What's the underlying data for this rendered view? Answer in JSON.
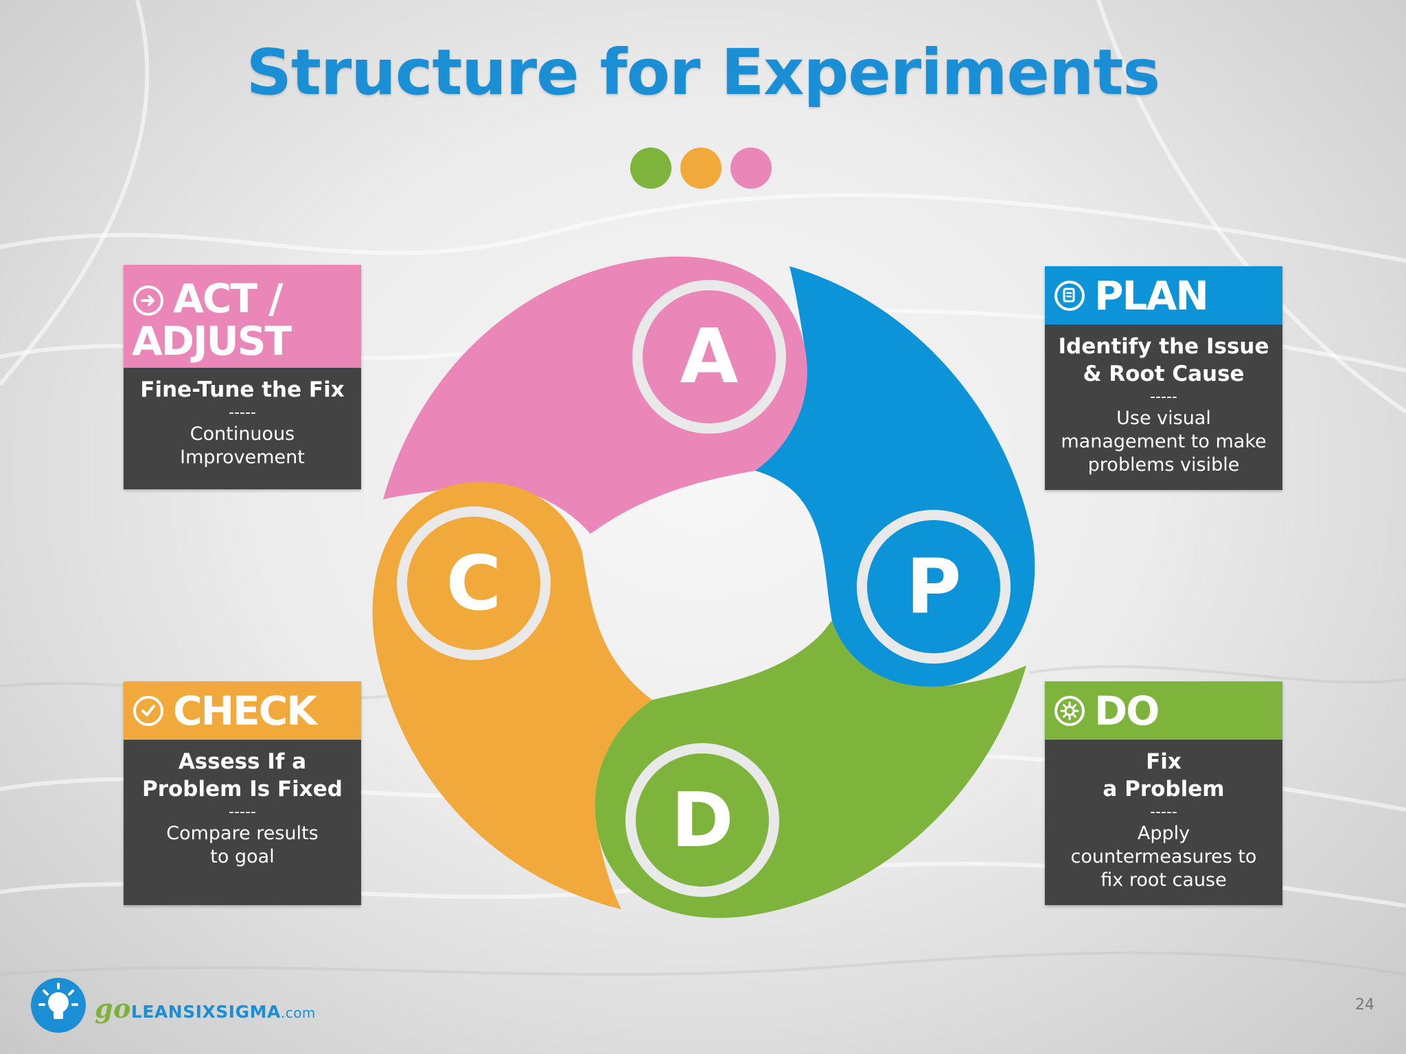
{
  "title": "Structure for Experiments",
  "colors": {
    "pink": "#ea86b8",
    "blue": "#0d93d8",
    "green": "#7eb43c",
    "orange": "#f2a93b",
    "dark": "#434343",
    "title_blue": "#1a8fd6"
  },
  "dots": [
    "#7eb43c",
    "#f2a93b",
    "#ea86b8"
  ],
  "cycle": {
    "letters": {
      "a": "A",
      "p": "P",
      "d": "D",
      "c": "C"
    }
  },
  "cards": {
    "act": {
      "header": "ACT /\nADJUST",
      "header_line1": "ACT /",
      "header_line2": "ADJUST",
      "icon": "arrow-circle-icon",
      "main": "Fine-Tune the Fix",
      "sep": "-----",
      "sub": "Continuous\nImprovement"
    },
    "plan": {
      "header": "PLAN",
      "icon": "document-icon",
      "main": "Identify the Issue\n& Root Cause",
      "sep": "-----",
      "sub": "Use visual\nmanagement to make\nproblems visible"
    },
    "check": {
      "header": "CHECK",
      "icon": "checkmark-icon",
      "main": "Assess If a\nProblem Is Fixed",
      "sep": "-----",
      "sub": "Compare results\nto goal"
    },
    "do": {
      "header": "DO",
      "icon": "gear-icon",
      "main": "Fix\na Problem",
      "sep": "-----",
      "sub": "Apply\ncountermeasures to\nfix root cause"
    }
  },
  "footer": {
    "brand_go": "go",
    "brand_mid": "LEANSIXSIGMA",
    "brand_com": ".com",
    "logo_icon": "lightbulb-icon",
    "page_number": "24"
  }
}
